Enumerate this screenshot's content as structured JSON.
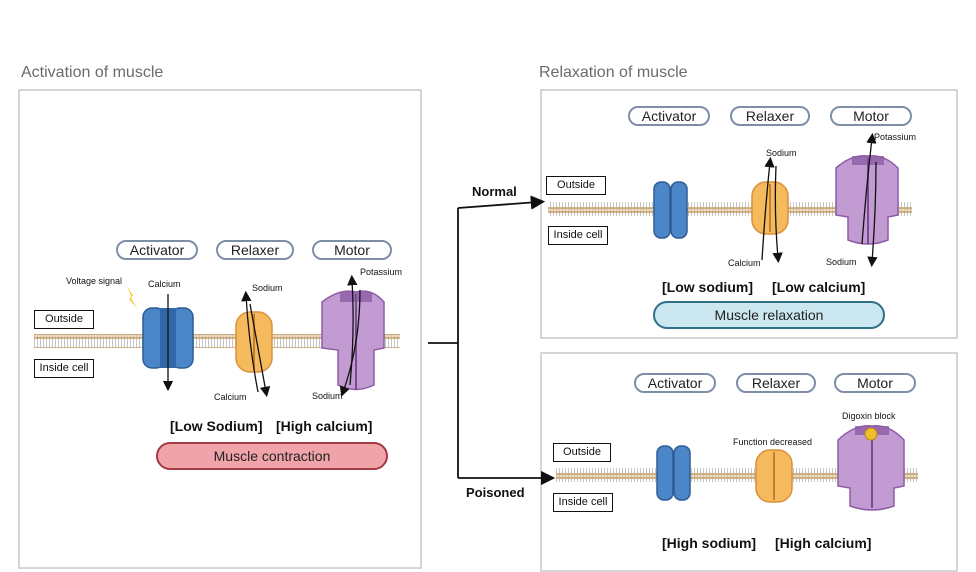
{
  "left": {
    "title": "Activation of muscle",
    "labels": {
      "activator": "Activator",
      "relaxer": "Relaxer",
      "motor": "Motor"
    },
    "outside": "Outside",
    "inside": "Inside cell",
    "voltage": "Voltage signal",
    "calcium_top": "Calcium",
    "sodium_top": "Sodium",
    "calcium_bottom": "Calcium",
    "potassium": "Potassium",
    "sodium_bottom": "Sodium",
    "conditions": [
      "[Low Sodium]",
      "[High calcium]"
    ],
    "result": "Muscle contraction"
  },
  "branches": {
    "normal": "Normal",
    "poisoned": "Poisoned"
  },
  "right": {
    "title": "Relaxation of muscle",
    "normal": {
      "labels": {
        "activator": "Activator",
        "relaxer": "Relaxer",
        "motor": "Motor"
      },
      "outside": "Outside",
      "inside": "Inside cell",
      "sodium_top": "Sodium",
      "potassium": "Potassium",
      "calcium_bottom": "Calcium",
      "sodium_bottom": "Sodium",
      "conditions": [
        "[Low  sodium]",
        "[Low calcium]"
      ],
      "result": "Muscle relaxation"
    },
    "poisoned": {
      "labels": {
        "activator": "Activator",
        "relaxer": "Relaxer",
        "motor": "Motor"
      },
      "outside": "Outside",
      "inside": "Inside cell",
      "function_note": "Function decreased",
      "digoxin": "Digoxin block",
      "conditions": [
        "[High  sodium]",
        "[High calcium]"
      ]
    }
  },
  "colors": {
    "activator": "#4a86c8",
    "relaxer": "#f5b95e",
    "motor": "#c39bd3",
    "contraction": "#f0a3a8",
    "relaxation": "#cbe7ef"
  }
}
